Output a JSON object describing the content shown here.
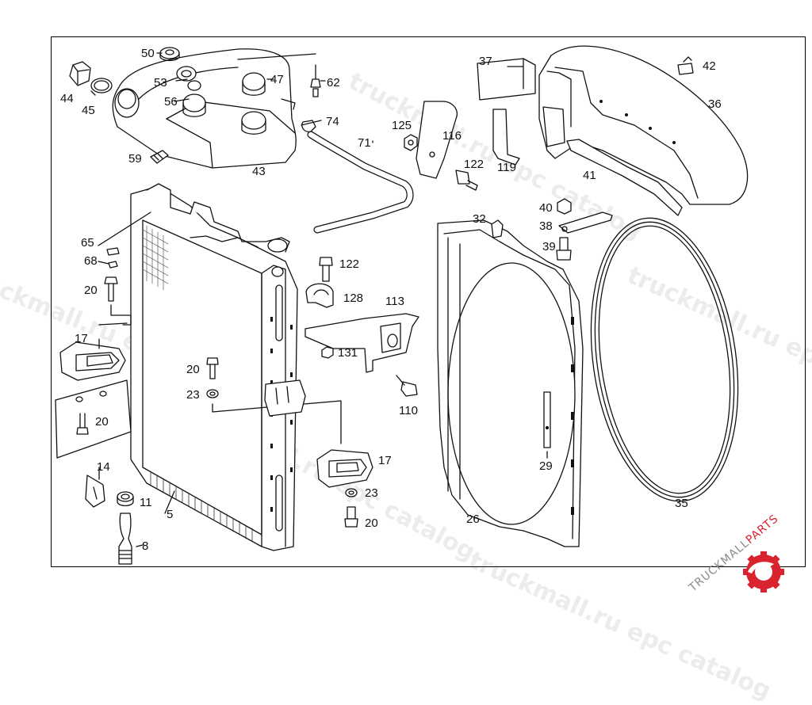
{
  "diagram": {
    "title": "Radiator and cooling system parts diagram",
    "callouts": [
      {
        "id": "50",
        "label": "50"
      },
      {
        "id": "53",
        "label": "53"
      },
      {
        "id": "56",
        "label": "56"
      },
      {
        "id": "44",
        "label": "44"
      },
      {
        "id": "45",
        "label": "45"
      },
      {
        "id": "47",
        "label": "47"
      },
      {
        "id": "62",
        "label": "62"
      },
      {
        "id": "74",
        "label": "74"
      },
      {
        "id": "71",
        "label": "71"
      },
      {
        "id": "59",
        "label": "59"
      },
      {
        "id": "43",
        "label": "43"
      },
      {
        "id": "37",
        "label": "37"
      },
      {
        "id": "42",
        "label": "42"
      },
      {
        "id": "36",
        "label": "36"
      },
      {
        "id": "125",
        "label": "125"
      },
      {
        "id": "116",
        "label": "116"
      },
      {
        "id": "122a",
        "label": "122"
      },
      {
        "id": "119",
        "label": "119"
      },
      {
        "id": "41",
        "label": "41"
      },
      {
        "id": "40",
        "label": "40"
      },
      {
        "id": "38",
        "label": "38"
      },
      {
        "id": "39",
        "label": "39"
      },
      {
        "id": "32",
        "label": "32"
      },
      {
        "id": "65",
        "label": "65"
      },
      {
        "id": "68",
        "label": "68"
      },
      {
        "id": "20a",
        "label": "20"
      },
      {
        "id": "122b",
        "label": "122"
      },
      {
        "id": "128",
        "label": "128"
      },
      {
        "id": "113",
        "label": "113"
      },
      {
        "id": "131",
        "label": "131"
      },
      {
        "id": "17a",
        "label": "17"
      },
      {
        "id": "20b",
        "label": "20"
      },
      {
        "id": "23a",
        "label": "23"
      },
      {
        "id": "110",
        "label": "110"
      },
      {
        "id": "20c",
        "label": "20"
      },
      {
        "id": "17b",
        "label": "17"
      },
      {
        "id": "29",
        "label": "29"
      },
      {
        "id": "14",
        "label": "14"
      },
      {
        "id": "11",
        "label": "11"
      },
      {
        "id": "23b",
        "label": "23"
      },
      {
        "id": "35",
        "label": "35"
      },
      {
        "id": "5",
        "label": "5"
      },
      {
        "id": "20d",
        "label": "20"
      },
      {
        "id": "26",
        "label": "26"
      },
      {
        "id": "8",
        "label": "8"
      }
    ]
  },
  "watermark": {
    "text": "truckmall.ru epc catalog"
  },
  "logo": {
    "brand_part1": "TRUCKMALL",
    "brand_part2": "PARTS",
    "primary_color": "#d9232e",
    "secondary_color": "#8a8a8a"
  }
}
